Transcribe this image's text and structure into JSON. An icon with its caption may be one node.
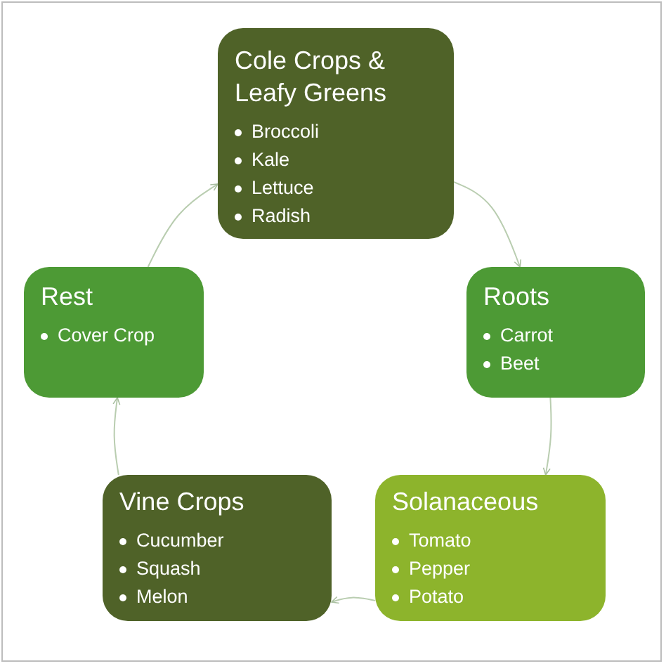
{
  "diagram": {
    "nodes": [
      {
        "text": [
          "Cole Crops & Leafy Greens",
          "Broccoli",
          "Kale",
          "Lettuce",
          "Radish"
        ]
      },
      {
        "text": [
          "Roots",
          "Carrot",
          "Beet"
        ]
      },
      {
        "text": [
          "Solanaceous",
          "Tomato",
          "Pepper",
          "Potato"
        ]
      },
      {
        "text": [
          "Vine Crops",
          "Cucumber",
          "Squash",
          "Melon"
        ]
      },
      {
        "text": [
          "Rest",
          "Cover Crop"
        ]
      }
    ],
    "edges": [
      {
        "from": 0,
        "to": 1,
        "arrow": "to"
      },
      {
        "from": 1,
        "to": 2,
        "arrow": "to"
      },
      {
        "from": 2,
        "to": 3,
        "arrow": "to"
      },
      {
        "from": 3,
        "to": 4,
        "arrow": "to"
      },
      {
        "from": 4,
        "to": 0,
        "arrow": "to"
      }
    ]
  }
}
